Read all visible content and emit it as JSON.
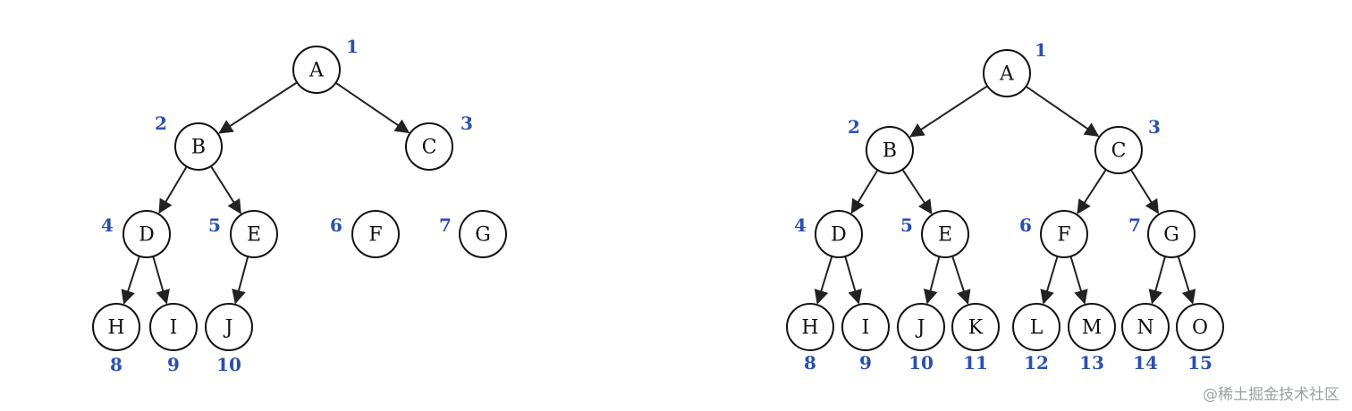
{
  "colors": {
    "node_stroke": "#111111",
    "index_label": "#2a4fb0",
    "edge": "#222222",
    "watermark": "#9aa0a6"
  },
  "trees": [
    {
      "name": "complete-binary-tree",
      "nodes": [
        {
          "label": "A",
          "index": "1"
        },
        {
          "label": "B",
          "index": "2"
        },
        {
          "label": "C",
          "index": "3"
        },
        {
          "label": "D",
          "index": "4"
        },
        {
          "label": "E",
          "index": "5"
        },
        {
          "label": "F",
          "index": "6"
        },
        {
          "label": "G",
          "index": "7"
        },
        {
          "label": "H",
          "index": "8"
        },
        {
          "label": "I",
          "index": "9"
        },
        {
          "label": "J",
          "index": "10"
        }
      ],
      "edges": [
        [
          "A",
          "B"
        ],
        [
          "A",
          "C"
        ],
        [
          "B",
          "D"
        ],
        [
          "B",
          "E"
        ],
        [
          "D",
          "H"
        ],
        [
          "D",
          "I"
        ],
        [
          "E",
          "J"
        ]
      ]
    },
    {
      "name": "full-binary-tree",
      "nodes": [
        {
          "label": "A",
          "index": "1"
        },
        {
          "label": "B",
          "index": "2"
        },
        {
          "label": "C",
          "index": "3"
        },
        {
          "label": "D",
          "index": "4"
        },
        {
          "label": "E",
          "index": "5"
        },
        {
          "label": "F",
          "index": "6"
        },
        {
          "label": "G",
          "index": "7"
        },
        {
          "label": "H",
          "index": "8"
        },
        {
          "label": "I",
          "index": "9"
        },
        {
          "label": "J",
          "index": "10"
        },
        {
          "label": "K",
          "index": "11"
        },
        {
          "label": "L",
          "index": "12"
        },
        {
          "label": "M",
          "index": "13"
        },
        {
          "label": "N",
          "index": "14"
        },
        {
          "label": "O",
          "index": "15"
        }
      ],
      "edges": [
        [
          "A",
          "B"
        ],
        [
          "A",
          "C"
        ],
        [
          "B",
          "D"
        ],
        [
          "B",
          "E"
        ],
        [
          "C",
          "F"
        ],
        [
          "C",
          "G"
        ],
        [
          "D",
          "H"
        ],
        [
          "D",
          "I"
        ],
        [
          "E",
          "J"
        ],
        [
          "E",
          "K"
        ],
        [
          "F",
          "L"
        ],
        [
          "F",
          "M"
        ],
        [
          "G",
          "N"
        ],
        [
          "G",
          "O"
        ]
      ]
    }
  ],
  "watermark": "@稀土掘金技术社区"
}
